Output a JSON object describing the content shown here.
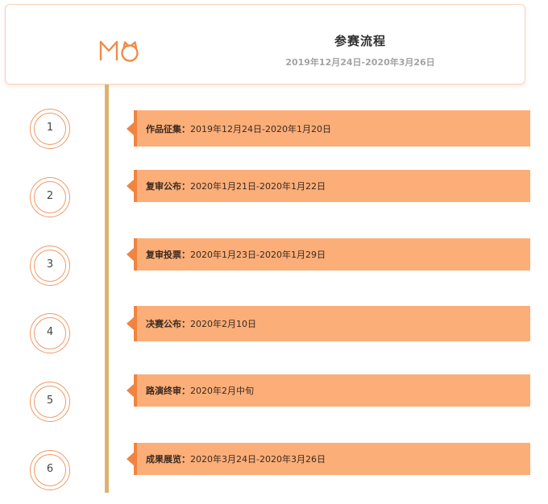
{
  "header": {
    "title": "参赛流程",
    "date_range": "2019年12月24日-2020年3月26日",
    "logo_icon": "cat-mo-logo-icon",
    "accent_color": "#ef8c4a"
  },
  "colors": {
    "timeline_line": "#ddb36f",
    "bar_fill": "#fbae78",
    "bar_edge": "#f08440",
    "circle_border": "#ef9a66"
  },
  "steps": [
    {
      "number": "1",
      "label": "作品征集：",
      "date": "2019年12月24日-2020年1月20日"
    },
    {
      "number": "2",
      "label": "复审公布：",
      "date": "2020年1月21日-2020年1月22日"
    },
    {
      "number": "3",
      "label": "复审投票：",
      "date": "2020年1月23日-2020年1月29日"
    },
    {
      "number": "4",
      "label": "决赛公布：",
      "date": "2020年2月10日"
    },
    {
      "number": "5",
      "label": "路演终审：",
      "date": "2020年2月中旬"
    },
    {
      "number": "6",
      "label": "成果展览：",
      "date": "2020年3月24日-2020年3月26日"
    }
  ]
}
